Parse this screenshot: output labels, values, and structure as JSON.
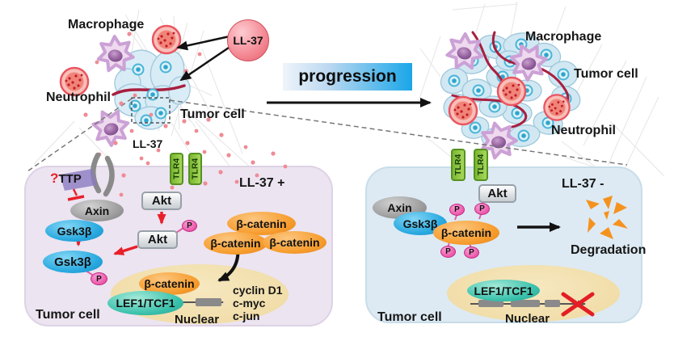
{
  "colors": {
    "panel_left_bg": "#ece4f0",
    "panel_right_bg": "#ddeaf3",
    "nucleus_tan": "#efd9a0",
    "tlr4_green": "#8cc63e",
    "gsk3b_blue": "#29a9e0",
    "beta_catenin_orange": "#f79d2e",
    "lef_teal": "#3cc2ac",
    "phospho_pink": "#ee5fae",
    "red_accent": "#e8202a",
    "progression_blue": "#19a6e8",
    "vessel_red": "#a81f3f",
    "ll37_pink": "#f48a95"
  },
  "overview": {
    "left_cluster": {
      "macrophage_label": "Macrophage",
      "neutrophil_label": "Neutrophil",
      "tumor_cell_label": "Tumor cell",
      "ll37_ball_label": "LL-37",
      "ll37_secreted_label": "LL-37"
    },
    "progression_label": "progression",
    "right_cluster": {
      "macrophage_label": "Macrophage",
      "tumor_cell_label": "Tumor cell",
      "neutrophil_label": "Neutrophil"
    }
  },
  "left_panel": {
    "title": "LL-37 +",
    "tlr4_left": "TLR4",
    "tlr4_right": "TLR4",
    "ttp_question": "?",
    "ttp": "TTP",
    "axin": "Axin",
    "gsk3b_upper": "Gsk3β",
    "gsk3b_lower": "Gsk3β",
    "gsk3b_phospho": "P",
    "akt_upper": "Akt",
    "akt_lower": "Akt",
    "akt_phospho": "P",
    "bcat_top": "β-catenin",
    "bcat_left": "β-catenin",
    "bcat_right": "β-catenin",
    "nucleus": {
      "bcat": "β-catenin",
      "lef_tcf": "LEF1/TCF1",
      "genes": [
        "cyclin D1",
        "c-myc",
        "c-jun"
      ],
      "label": "Nuclear"
    },
    "cell_label": "Tumor cell"
  },
  "right_panel": {
    "title": "LL-37 -",
    "tlr4_left": "TLR4",
    "tlr4_right": "TLR4",
    "akt": "Akt",
    "axin": "Axin",
    "gsk3b": "Gsk3β",
    "bcat": "β-catenin",
    "phospho": [
      "P",
      "P",
      "P",
      "P"
    ],
    "degradation_label": "Degradation",
    "nucleus": {
      "lef_tcf": "LEF1/TCF1",
      "label": "Nuclear"
    },
    "cell_label": "Tumor cell"
  }
}
